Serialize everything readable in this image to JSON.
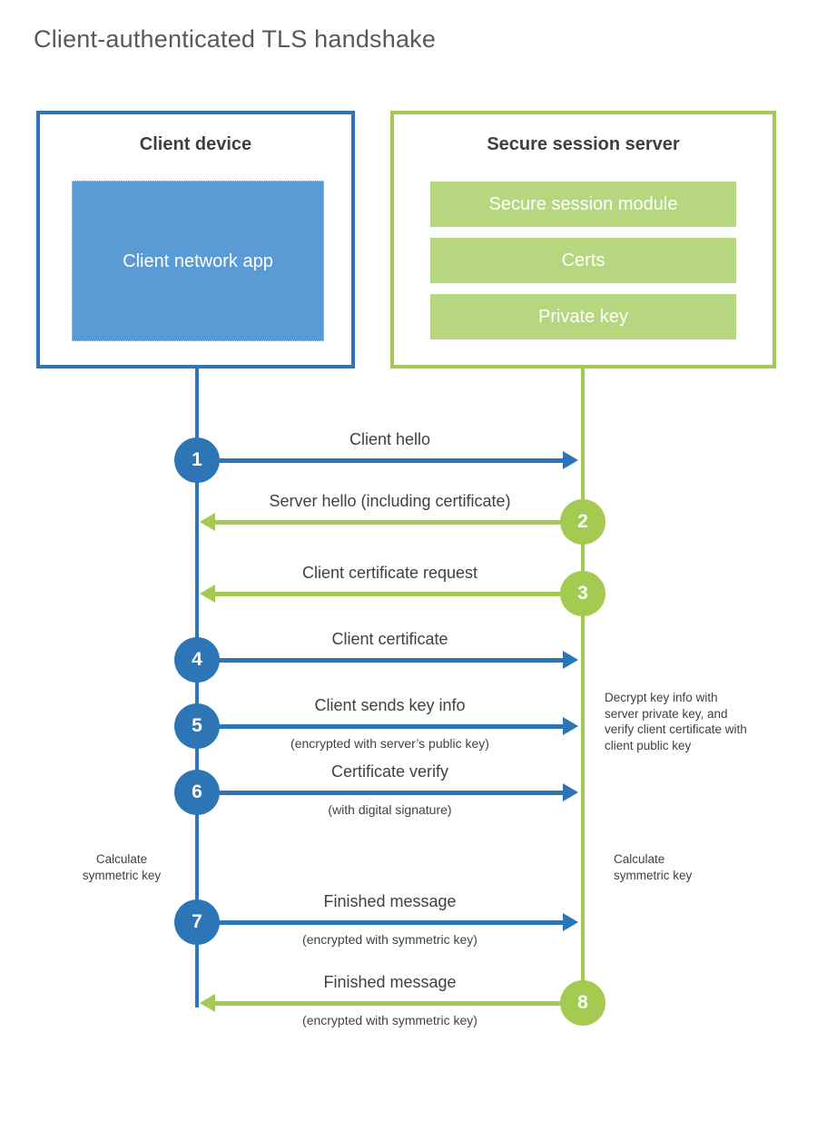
{
  "title": "Client-authenticated TLS handshake",
  "colors": {
    "blue": "#2e75b6",
    "blue_light": "#5b9bd5",
    "green": "#a3cb52",
    "green_light": "#b6d77f",
    "text_dark": "#3f3f3f",
    "text_label": "#414042",
    "title_gray": "#595959"
  },
  "client": {
    "title": "Client device",
    "app_label": "Client network app"
  },
  "server": {
    "title": "Secure session server",
    "modules": [
      "Secure session module",
      "Certs",
      "Private key"
    ]
  },
  "steps": [
    {
      "num": "1",
      "label": "Client hello",
      "direction": "left-to-right",
      "color": "blue"
    },
    {
      "num": "2",
      "label": "Server hello (including certificate)",
      "direction": "right-to-left",
      "color": "green"
    },
    {
      "num": "3",
      "label": "Client certificate request",
      "direction": "right-to-left",
      "color": "green"
    },
    {
      "num": "4",
      "label": "Client certificate",
      "direction": "left-to-right",
      "color": "blue"
    },
    {
      "num": "5",
      "label": "Client sends key info",
      "sub": "(encrypted with server’s public key)",
      "direction": "left-to-right",
      "color": "blue"
    },
    {
      "num": "6",
      "label": "Certificate verify",
      "sub": "(with digital signature)",
      "direction": "left-to-right",
      "color": "blue"
    },
    {
      "num": "7",
      "label": "Finished message",
      "sub": "(encrypted with symmetric key)",
      "direction": "left-to-right",
      "color": "blue"
    },
    {
      "num": "8",
      "label": "Finished message",
      "sub": "(encrypted with symmetric key)",
      "direction": "right-to-left",
      "color": "green"
    }
  ],
  "notes": {
    "decrypt": "Decrypt key info with server private key, and verify client certificate with client public key",
    "calc_left": "Calculate symmetric key",
    "calc_right": "Calculate symmetric key"
  }
}
